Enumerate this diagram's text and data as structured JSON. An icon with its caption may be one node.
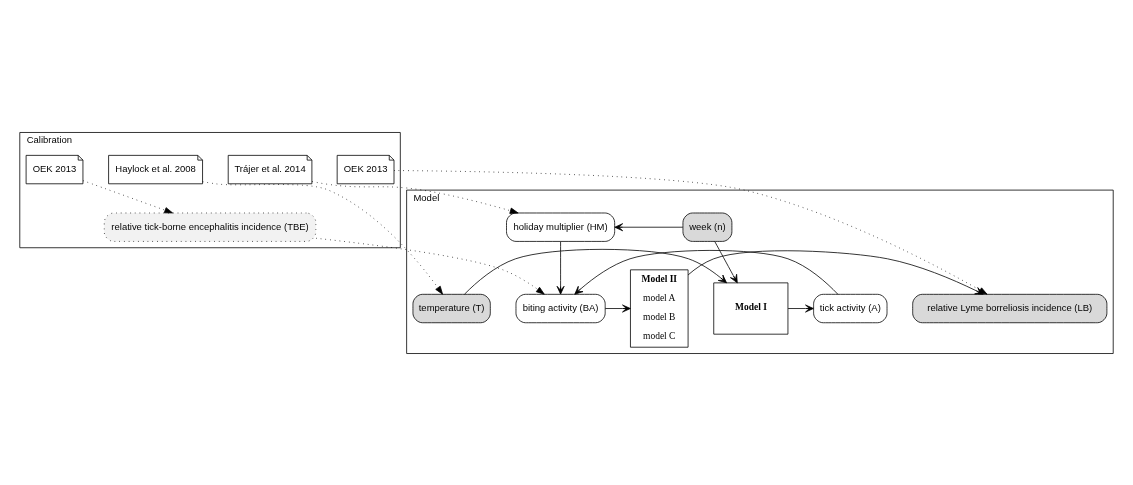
{
  "diagram": {
    "nodes": [
      {
        "text": [
          "Calibration"
        ]
      },
      {
        "text": [
          "Haylock et al. 2008"
        ],
        "in": 0
      },
      {
        "text": [
          "Trájer et al. 2014"
        ],
        "in": 0
      },
      {
        "text": [
          "OEK 2013"
        ],
        "in": 0
      },
      {
        "text": [
          "OEK 2013"
        ],
        "in": 0
      },
      {
        "text": [
          "relative tick-borne encephalitis incidence (TBE)"
        ],
        "in": 0
      },
      {
        "text": [
          "Model"
        ]
      },
      {
        "text": [
          "week (n)"
        ],
        "in": 6
      },
      {
        "text": [
          "holiday multiplier (HM)"
        ],
        "in": 6
      },
      {
        "text": [
          "temperature (T)"
        ],
        "in": 6
      },
      {
        "text": [
          "Model I"
        ],
        "in": 6
      },
      {
        "text": [
          "tick activity (A)"
        ],
        "in": 6
      },
      {
        "text": [
          "biting activity (BA)"
        ],
        "in": 6
      },
      {
        "text": [
          "Model II",
          "model A",
          "model B",
          "model C"
        ],
        "in": 6
      },
      {
        "text": [
          "relative Lyme borreliosis incidence (LB)"
        ],
        "in": 6
      }
    ],
    "edges": [
      {
        "from": 1,
        "to": 9,
        "arrow": "to",
        "style": "dashed"
      },
      {
        "from": 2,
        "to": 8,
        "arrow": "to",
        "style": "dashed"
      },
      {
        "from": 3,
        "to": 5,
        "arrow": "to",
        "style": "dashed"
      },
      {
        "from": 5,
        "to": 12,
        "arrow": "to",
        "style": "dashed"
      },
      {
        "from": 4,
        "to": 14,
        "arrow": "to",
        "style": "dashed"
      },
      {
        "from": 7,
        "to": 8,
        "arrow": "to"
      },
      {
        "from": 7,
        "to": 10,
        "arrow": "to"
      },
      {
        "from": 9,
        "to": 10,
        "arrow": "to"
      },
      {
        "from": 10,
        "to": 11,
        "arrow": "to"
      },
      {
        "from": 11,
        "to": 12,
        "arrow": "to"
      },
      {
        "from": 8,
        "to": 12,
        "arrow": "to"
      },
      {
        "from": 12,
        "to": 13,
        "arrow": "to"
      },
      {
        "from": 13,
        "to": 14,
        "arrow": "to"
      }
    ]
  }
}
